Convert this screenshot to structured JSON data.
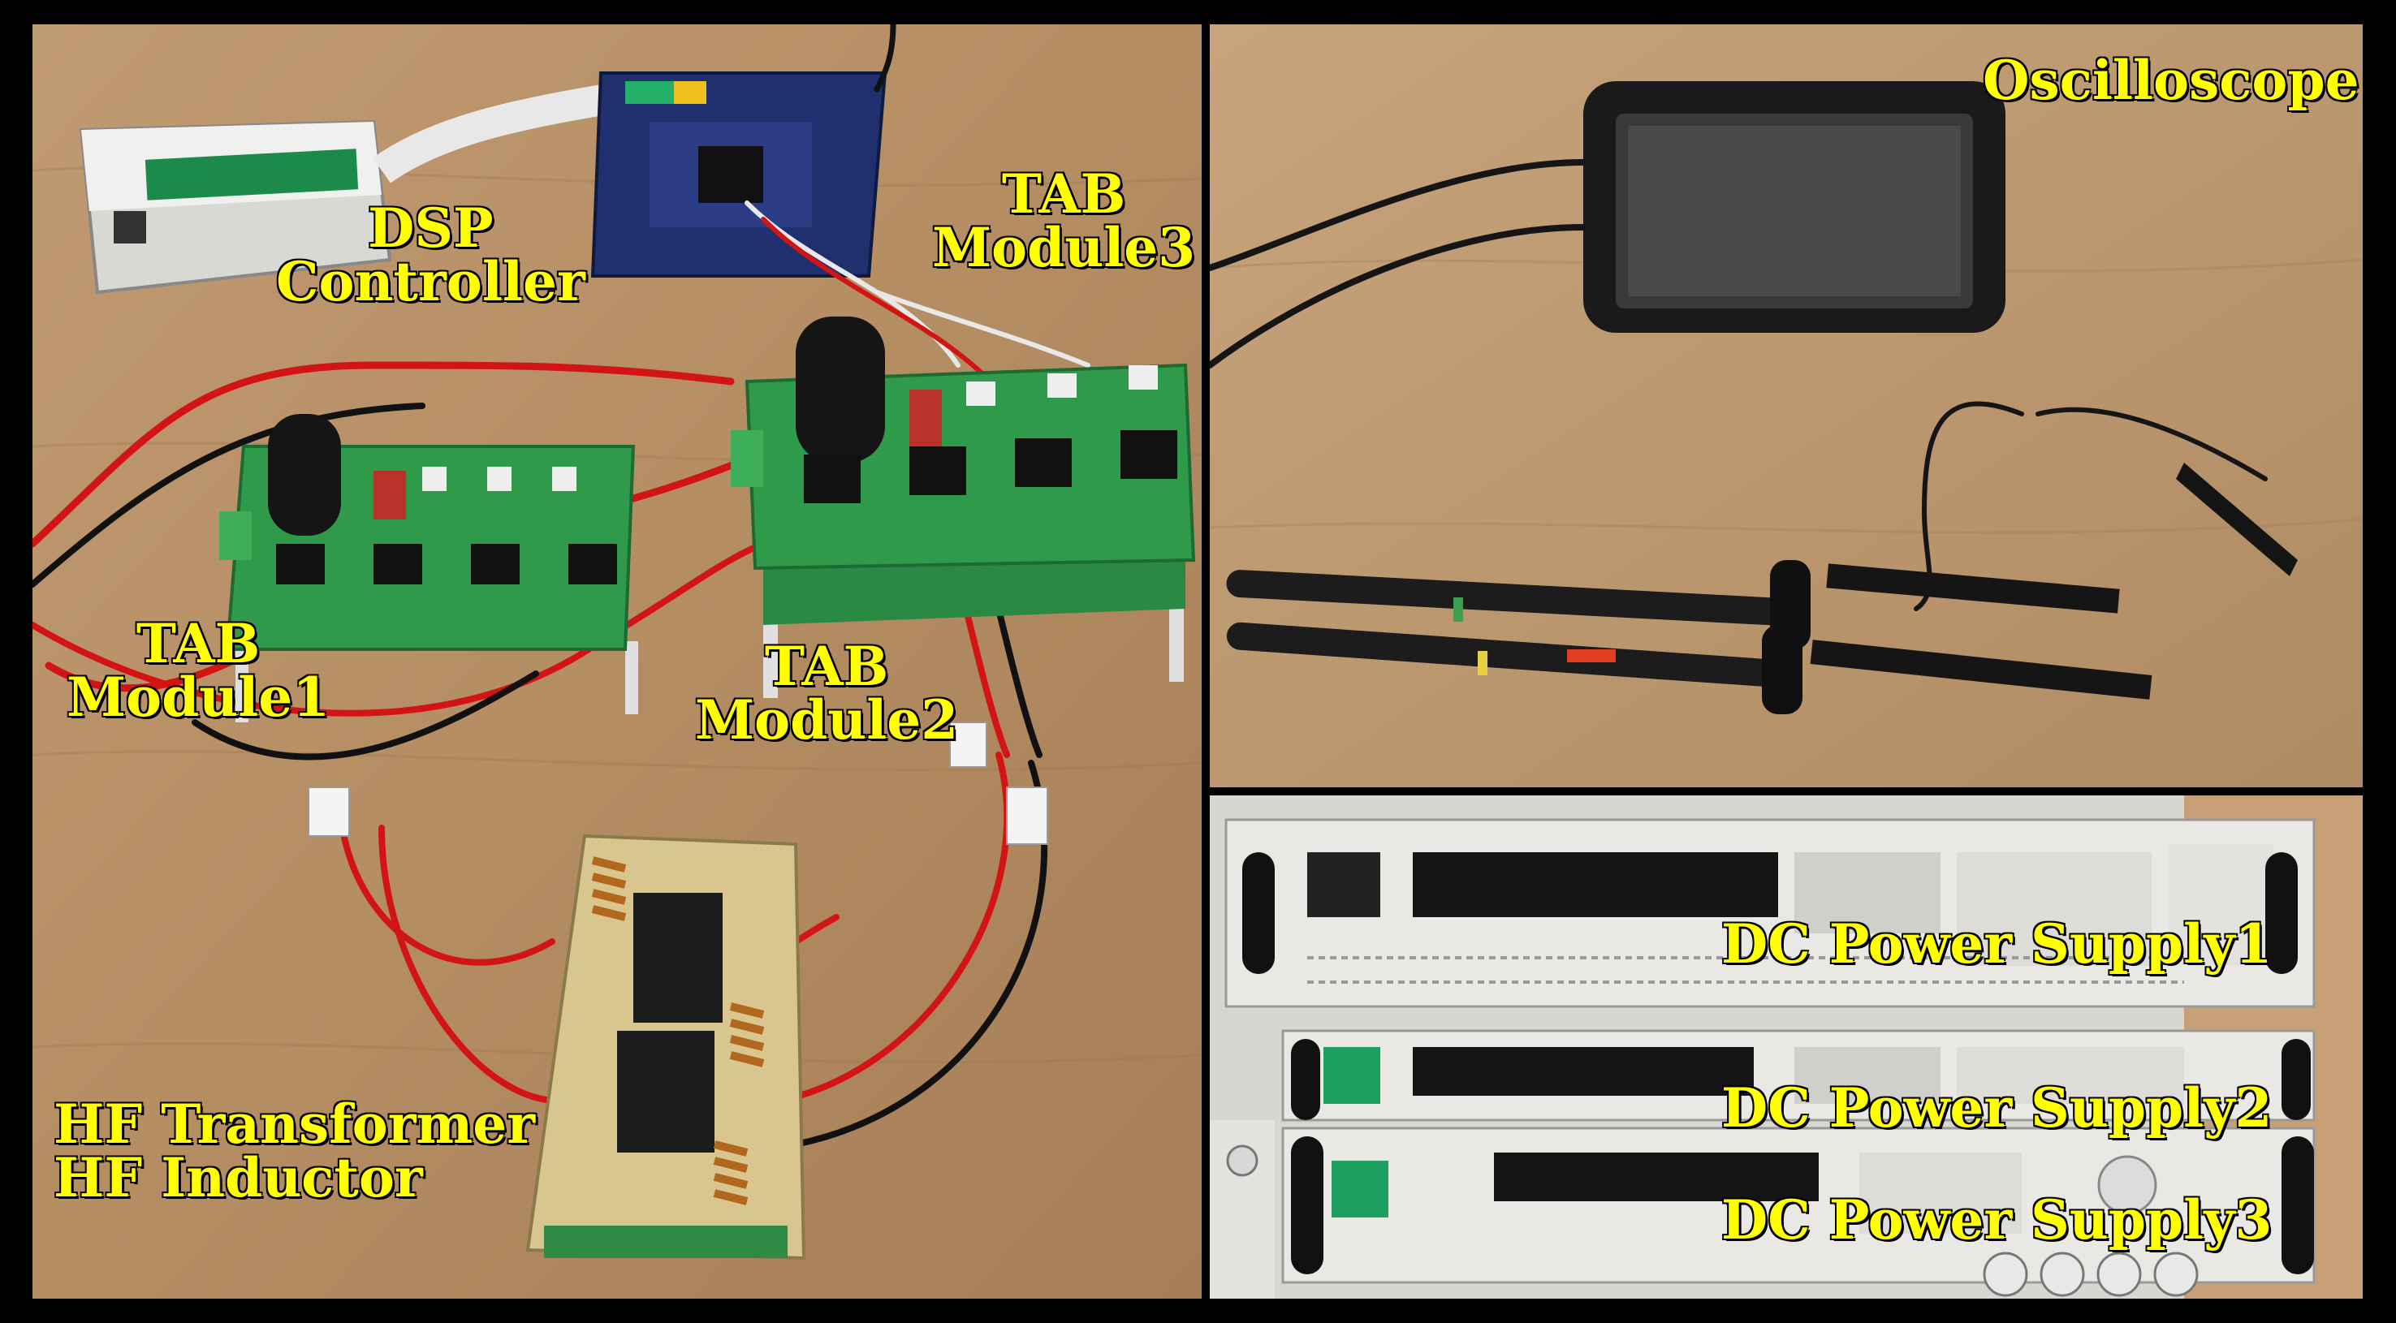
{
  "labels": {
    "dsp": {
      "line1": "DSP",
      "line2": "Controller"
    },
    "tab3": {
      "line1": "TAB",
      "line2": "Module3"
    },
    "tab1": {
      "line1": "TAB",
      "line2": "Module1"
    },
    "tab2": {
      "line1": "TAB",
      "line2": "Module2"
    },
    "hf": {
      "line1": "HF Transformer",
      "line2": "HF Inductor"
    },
    "oscilloscope": "Oscilloscope",
    "dc1": "DC Power Supply1",
    "dc2": "DC Power Supply2",
    "dc3": "DC Power Supply3"
  },
  "colors": {
    "label_text": "#ffff00",
    "frame": "#000000",
    "desk": "#b8926a",
    "pcb_green": "#2f9a4a",
    "wire_red": "#d21414"
  }
}
